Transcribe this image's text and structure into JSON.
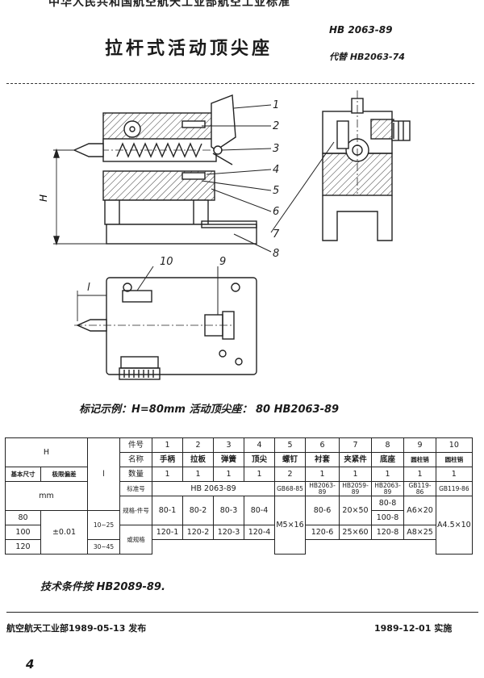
{
  "header": {
    "banner": "中华人民共和国航空航天工业部航空工业标准",
    "std_number": "HB 2063-89",
    "title": "拉杆式活动顶尖座",
    "replaces": "代替 HB2063-74"
  },
  "drawing": {
    "callouts": [
      "1",
      "2",
      "3",
      "4",
      "5",
      "6",
      "7",
      "8"
    ],
    "plan_callouts": [
      "10",
      "9"
    ],
    "dim_h": "H",
    "dim_l": "l"
  },
  "example": "标记示例：H=80mm 活动顶尖座： 80 HB2063-89",
  "table": {
    "hdr_H": "H",
    "hdr_l": "l",
    "row_labels": [
      "件号",
      "名称",
      "数量",
      "标准号",
      "规格-件号",
      "或规格"
    ],
    "sub_basic": "基本尺寸",
    "sub_tol": "极限偏差",
    "unit": "mm",
    "part_nos": [
      "1",
      "2",
      "3",
      "4",
      "5",
      "6",
      "7",
      "8",
      "9",
      "10"
    ],
    "names": [
      "手柄",
      "拉板",
      "弹簧",
      "顶尖",
      "螺钉",
      "衬套",
      "夹紧件",
      "底座",
      "圆柱销",
      "圆柱销"
    ],
    "qty": [
      "1",
      "1",
      "1",
      "1",
      "2",
      "1",
      "1",
      "1",
      "1",
      "1"
    ],
    "std_merged": "HB 2063-89",
    "std_5": "GB68-85",
    "std_6": "HB2063-89",
    "std_7": "HB2059-89",
    "std_8": "HB2063-89",
    "std_9": "GB119-86",
    "std_10": "GB119-86",
    "H_vals": [
      "80",
      "100",
      "120"
    ],
    "tol": "±0.01",
    "l_vals": [
      "10~25",
      "30~45"
    ],
    "r1": [
      "80-1",
      "80-2",
      "80-3",
      "80-4"
    ],
    "r3": [
      "120-1",
      "120-2",
      "120-3",
      "120-4"
    ],
    "screw": "M5×16",
    "bush": [
      "80-6",
      "120-6"
    ],
    "clamp": [
      "20×50",
      "25×60"
    ],
    "base": [
      "80-8",
      "100-8",
      "120-8"
    ],
    "pin9": [
      "A6×20",
      "A8×25"
    ],
    "pin10": "A4.5×10"
  },
  "tech_conditions": "技术条件按 HB2089-89.",
  "footer": {
    "issued": "航空航天工业部1989-05-13 发布",
    "implemented": "1989-12-01 实施",
    "page": "4"
  }
}
